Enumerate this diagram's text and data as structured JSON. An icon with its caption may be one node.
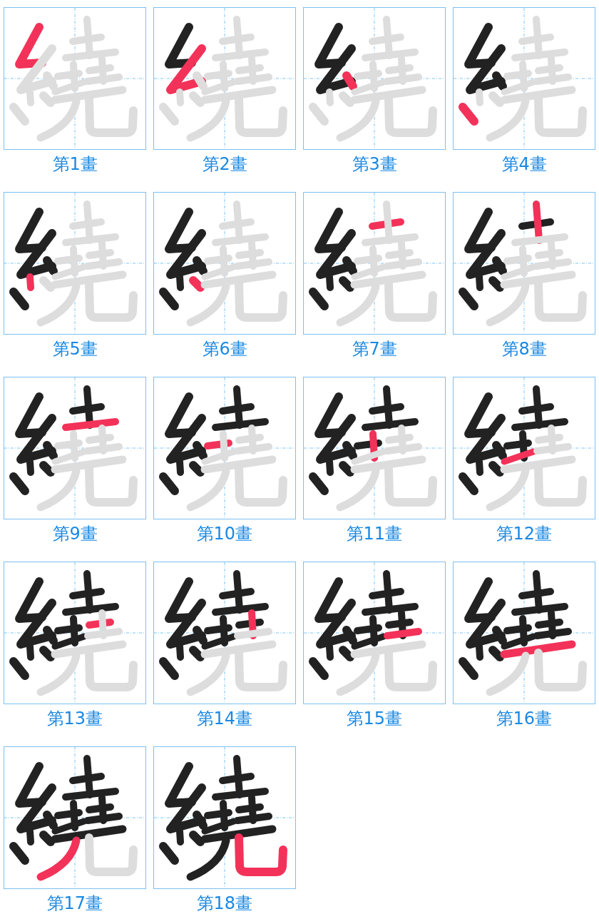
{
  "diagram": {
    "labels": [
      "第1畫",
      "第2畫",
      "第3畫",
      "第4畫",
      "第5畫",
      "第6畫",
      "第7畫",
      "第8畫",
      "第9畫",
      "第10畫",
      "第11畫",
      "第12畫",
      "第13畫",
      "第14畫",
      "第15畫",
      "第16畫",
      "第17畫",
      "第18畫"
    ]
  }
}
